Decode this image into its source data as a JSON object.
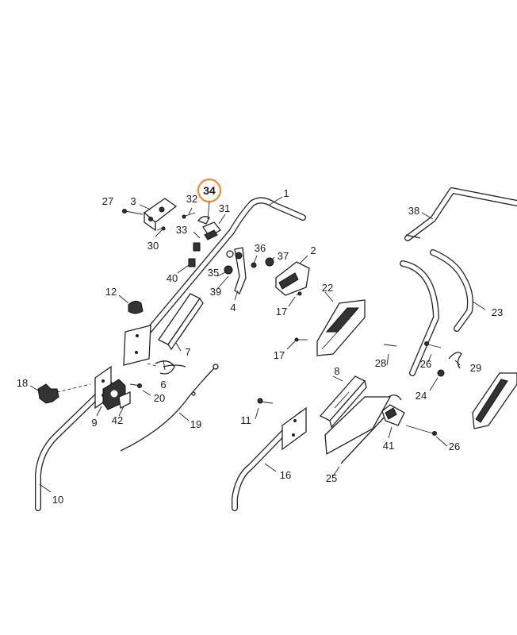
{
  "highlight": {
    "label": "34",
    "color": "#f08a3c"
  },
  "labels": [
    {
      "id": "p1",
      "text": "1"
    },
    {
      "id": "p2",
      "text": "2"
    },
    {
      "id": "p3",
      "text": "3"
    },
    {
      "id": "p4",
      "text": "4"
    },
    {
      "id": "p6",
      "text": "6"
    },
    {
      "id": "p7",
      "text": "7"
    },
    {
      "id": "p8",
      "text": "8"
    },
    {
      "id": "p9",
      "text": "9"
    },
    {
      "id": "p10",
      "text": "10"
    },
    {
      "id": "p11",
      "text": "11"
    },
    {
      "id": "p12",
      "text": "12"
    },
    {
      "id": "p16",
      "text": "16"
    },
    {
      "id": "p17a",
      "text": "17"
    },
    {
      "id": "p17b",
      "text": "17"
    },
    {
      "id": "p18",
      "text": "18"
    },
    {
      "id": "p19",
      "text": "19"
    },
    {
      "id": "p20",
      "text": "20"
    },
    {
      "id": "p22",
      "text": "22"
    },
    {
      "id": "p23",
      "text": "23"
    },
    {
      "id": "p24",
      "text": "24"
    },
    {
      "id": "p25",
      "text": "25"
    },
    {
      "id": "p26a",
      "text": "26"
    },
    {
      "id": "p26b",
      "text": "26"
    },
    {
      "id": "p27",
      "text": "27"
    },
    {
      "id": "p28",
      "text": "28"
    },
    {
      "id": "p29",
      "text": "29"
    },
    {
      "id": "p30",
      "text": "30"
    },
    {
      "id": "p31",
      "text": "31"
    },
    {
      "id": "p32",
      "text": "32"
    },
    {
      "id": "p33",
      "text": "33"
    },
    {
      "id": "p35",
      "text": "35"
    },
    {
      "id": "p36",
      "text": "36"
    },
    {
      "id": "p37",
      "text": "37"
    },
    {
      "id": "p38",
      "text": "38"
    },
    {
      "id": "p39",
      "text": "39"
    },
    {
      "id": "p40",
      "text": "40"
    },
    {
      "id": "p41",
      "text": "41"
    },
    {
      "id": "p42",
      "text": "42"
    }
  ]
}
